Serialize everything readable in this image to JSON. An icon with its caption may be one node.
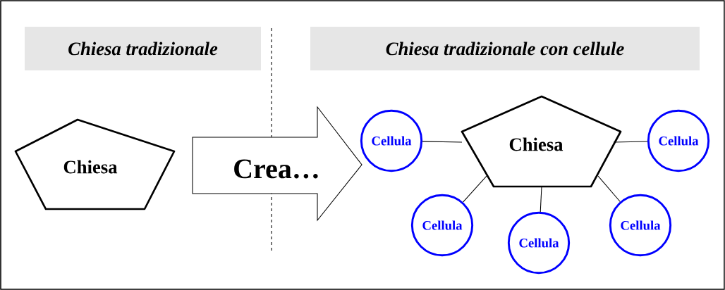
{
  "diagram": {
    "nodes": [
      {
        "text": [
          "Chiesa tradizionale"
        ]
      },
      {
        "text": [
          "Chiesa tradizionale con cellule"
        ]
      },
      {
        "text": [
          "Chiesa"
        ]
      },
      {
        "text": [
          "Chiesa"
        ]
      },
      {
        "text": [
          "Cellula"
        ]
      },
      {
        "text": [
          "Cellula"
        ]
      },
      {
        "text": [
          "Cellula"
        ]
      },
      {
        "text": [
          "Cellula"
        ]
      },
      {
        "text": [
          "Cellula"
        ]
      }
    ],
    "edges": [
      {
        "from": 2,
        "to": 4,
        "arrow": "to",
        "label": "Crea…",
        "style": "thick"
      },
      {
        "from": 3,
        "to": 4,
        "arrow": "none"
      },
      {
        "from": 3,
        "to": 5,
        "arrow": "none"
      },
      {
        "from": 3,
        "to": 6,
        "arrow": "none"
      },
      {
        "from": 3,
        "to": 7,
        "arrow": "none"
      },
      {
        "from": 3,
        "to": 8,
        "arrow": "none"
      }
    ]
  }
}
